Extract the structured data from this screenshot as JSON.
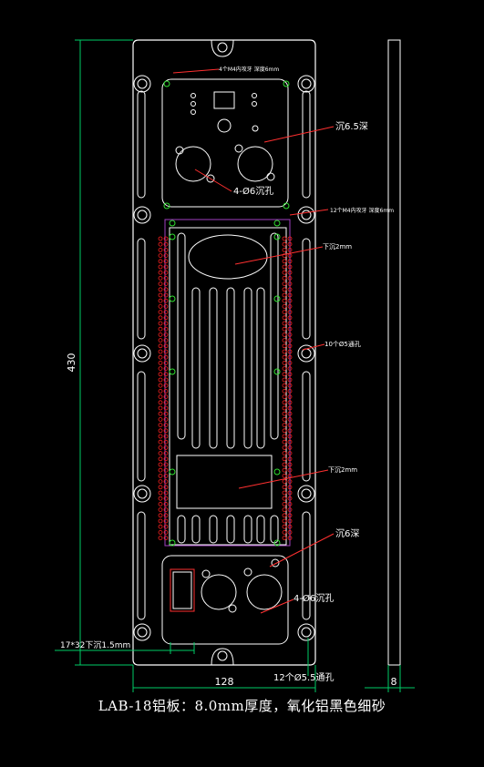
{
  "annotations": {
    "height_dim": "430",
    "width_dim": "128",
    "thickness_dim": "8",
    "countersink_65": "沉6.5深",
    "holes_top": "4-Ø6沉孔",
    "threads_top": "4个M4内攻牙 深度6mm",
    "threads_mid": "12个M4内攻牙 深度6mm",
    "step_down_1": "下沉2mm",
    "through_holes_10": "10个Ø5通孔",
    "step_down_2": "下沉2mm",
    "countersink_6": "沉6深",
    "holes_bottom": "4-Ø6沉孔",
    "rect_cut": "17*32下沉1.5mm",
    "through_holes_12": "12个Ø5.5通孔"
  },
  "caption": "LAB-18铝板：8.0mm厚度，氧化铝黑色细砂",
  "colors": {
    "outline": "#ffffff",
    "dimension": "#00cc66",
    "leader": "#ff3030",
    "purple": "#a040c0",
    "red_holes": "#ff2020",
    "green_holes": "#30e030"
  }
}
